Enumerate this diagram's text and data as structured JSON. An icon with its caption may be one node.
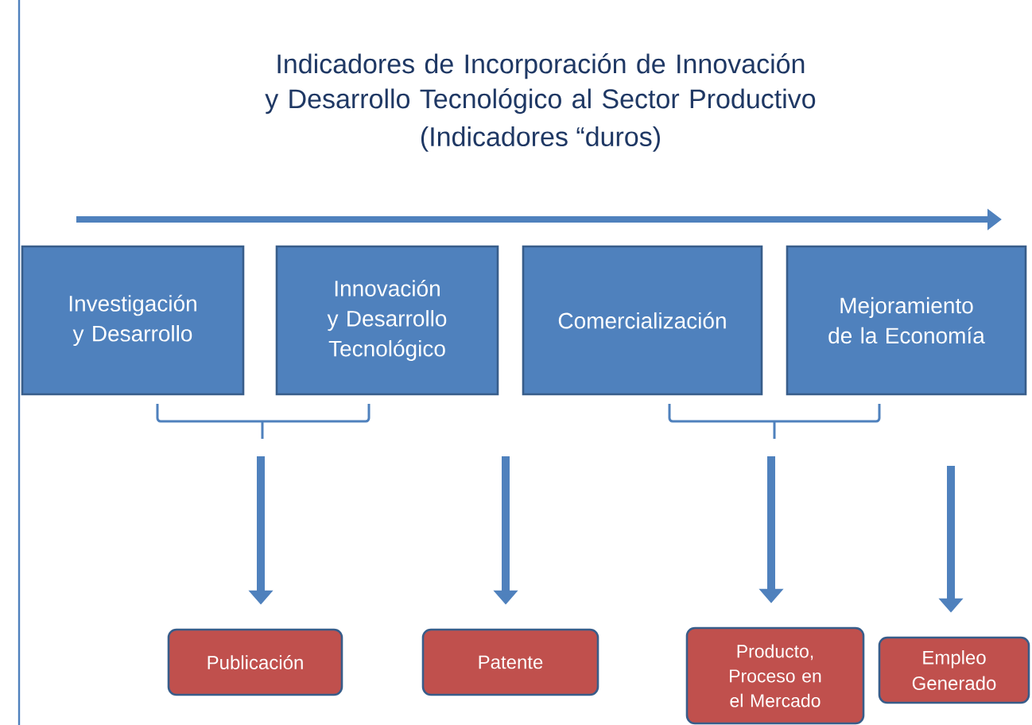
{
  "diagram": {
    "title": "Indicadores de Incorporación de Innovación y Desarrollo Tecnológico al Sector Productivo",
    "nodes": [
      {
        "text": [
          "Investigación y Desarrollo"
        ]
      },
      {
        "text": [
          "Innovación y Desarrollo Tecnológico"
        ]
      },
      {
        "text": [
          "Comercialización"
        ]
      },
      {
        "text": [
          "Mejoramiento de la Economía"
        ]
      },
      {
        "text": [
          "Publicación"
        ]
      },
      {
        "text": [
          "Patente"
        ]
      },
      {
        "text": [
          "Producto, Proceso en el Mercado"
        ]
      },
      {
        "text": [
          "Empleo Generado"
        ]
      }
    ],
    "edges": [
      {
        "from": null,
        "to": 4,
        "arrow": "to"
      },
      {
        "from": null,
        "to": 5,
        "arrow": "to"
      },
      {
        "from": null,
        "to": 6,
        "arrow": "to"
      },
      {
        "from": null,
        "to": 7,
        "arrow": "to"
      }
    ],
    "labels": [
      "(Indicadores “duros)"
    ]
  }
}
